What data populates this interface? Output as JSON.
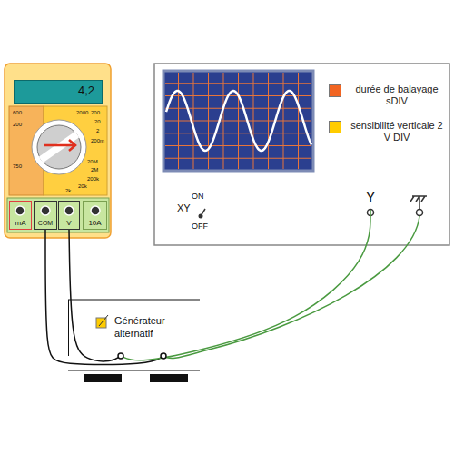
{
  "diagram": {
    "nodes": [
      {
        "text": [
          "4,2"
        ]
      },
      {
        "text": [
          "mA"
        ]
      },
      {
        "text": [
          "COM"
        ]
      },
      {
        "text": [
          "V"
        ]
      },
      {
        "text": [
          "10A"
        ]
      },
      {
        "text": [
          "Y"
        ]
      },
      {
        "text": [
          "Générateur alternatif"
        ]
      }
    ],
    "edges": [
      {
        "from": 2,
        "to": 6,
        "arrow": "none"
      },
      {
        "from": 3,
        "to": 6,
        "arrow": "none"
      },
      {
        "from": 5,
        "to": 6,
        "arrow": "none"
      }
    ],
    "labels": [
      "XY",
      "ON",
      "OFF",
      "600",
      "200",
      "2000",
      "200",
      "20",
      "2",
      "200m",
      "20M",
      "2M",
      "200k",
      "20k",
      "2k",
      "750"
    ],
    "legend": [
      {
        "text": "durée de balayage sDIV",
        "color": "#f26522"
      },
      {
        "text": "sensibilité verticale 2 V DIV",
        "color": "#ffcc00"
      }
    ]
  }
}
